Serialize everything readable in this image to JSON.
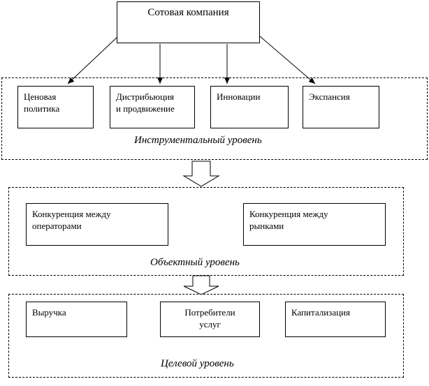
{
  "company": {
    "title": "Сотовая компания"
  },
  "instrumental": {
    "label": "Инструментальный уровень",
    "boxes": [
      {
        "line1": "Ценовая",
        "line2": "политика"
      },
      {
        "line1": "Дистрибьюция",
        "line2": "и продвижение"
      },
      {
        "line1": "Инновации",
        "line2": ""
      },
      {
        "line1": "Экспансия",
        "line2": ""
      }
    ]
  },
  "object": {
    "label": "Объектный уровень",
    "boxes": [
      {
        "line1": "Конкуренция между",
        "line2": "операторами"
      },
      {
        "line1": "Конкуренция между",
        "line2": "рынками"
      }
    ]
  },
  "target": {
    "label": "Целевой уровень",
    "boxes": [
      {
        "line1": "Выручка",
        "line2": ""
      },
      {
        "line1": "Потребители",
        "line2": "услуг"
      },
      {
        "line1": "Капитализация",
        "line2": ""
      }
    ]
  }
}
